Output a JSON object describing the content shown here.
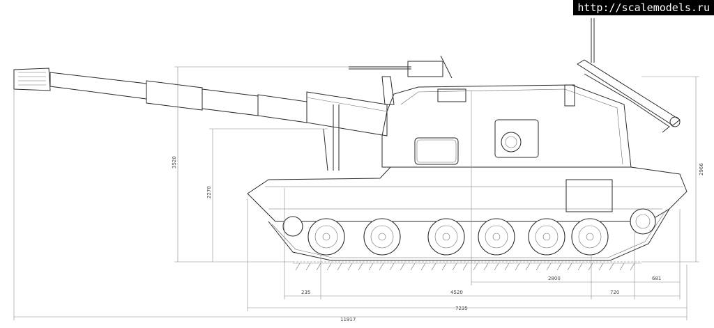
{
  "watermark": {
    "url": "http://scalemodels.ru"
  },
  "dimensions": {
    "overall_length": "11917",
    "hull_length": "7235",
    "track_base": "4520",
    "front_sprocket": "235",
    "rear_overhang": "720",
    "rear_offset": "681",
    "rear_section": "2800",
    "height_total": "3520",
    "barrel_axis_height": "2270",
    "rear_height": "2966"
  },
  "colors": {
    "line": "#2a2a2a",
    "dimension": "#8a8a8a",
    "background": "#ffffff"
  }
}
